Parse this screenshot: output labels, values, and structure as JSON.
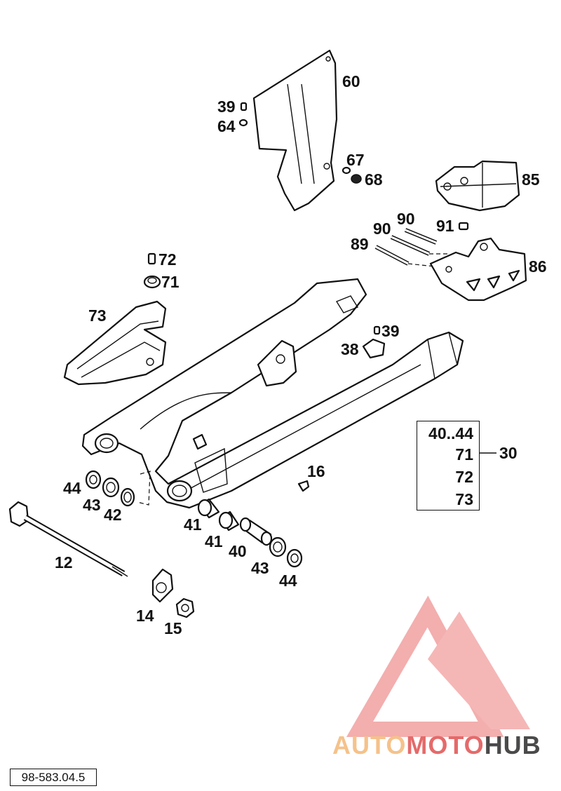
{
  "diagram_ref": "98-583.04.5",
  "group": {
    "label": "30",
    "items": [
      "40..44",
      "71",
      "72",
      "73"
    ]
  },
  "callouts": {
    "c60": "60",
    "c39a": "39",
    "c64": "64",
    "c67": "67",
    "c68": "68",
    "c85": "85",
    "c90a": "90",
    "c90b": "90",
    "c91": "91",
    "c89": "89",
    "c86": "86",
    "c72": "72",
    "c71": "71",
    "c73": "73",
    "c39b": "39",
    "c38": "38",
    "c16": "16",
    "c44a": "44",
    "c43a": "43",
    "c42": "42",
    "c12": "12",
    "c41a": "41",
    "c41b": "41",
    "c40": "40",
    "c43b": "43",
    "c44b": "44",
    "c14": "14",
    "c15": "15"
  },
  "watermark": {
    "part1": "AUTO",
    "part2": "MOTO",
    "part3": "HUB",
    "color_light": "#f5c28a",
    "color_red": "#e56a6a",
    "color_dark": "#4a4a4a"
  }
}
